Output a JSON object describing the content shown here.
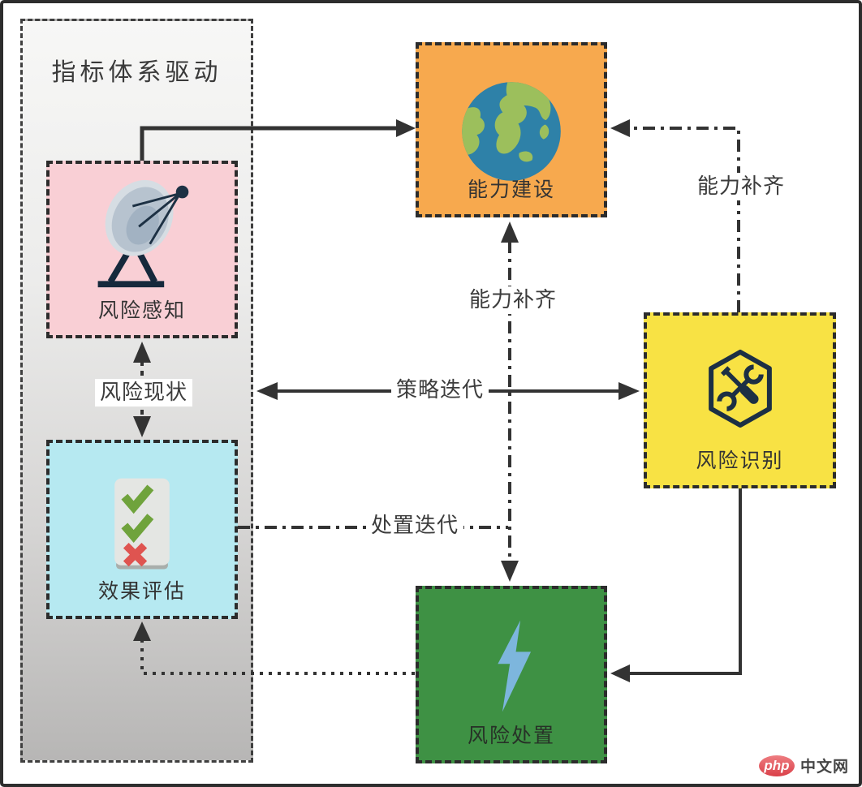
{
  "panel": {
    "title": "指标体系驱动"
  },
  "nodes": {
    "risk_perception": {
      "label": "风险感知",
      "icon": "satellite-dish-icon",
      "color": "#f9cfd5"
    },
    "effect_evaluation": {
      "label": "效果评估",
      "icon": "checklist-icon",
      "color": "#b6e9f1"
    },
    "capability_building": {
      "label": "能力建设",
      "icon": "globe-icon",
      "color": "#f7a94e"
    },
    "risk_identification": {
      "label": "风险识别",
      "icon": "tools-hexagon-icon",
      "color": "#f8e244"
    },
    "risk_disposal": {
      "label": "风险处置",
      "icon": "lightning-icon",
      "color": "#3e9144"
    }
  },
  "edges": {
    "risk_status": "风险现状",
    "strategy_iteration": "策略迭代",
    "disposal_iteration": "处置迭代",
    "capability_completion_center": "能力补齐",
    "capability_completion_right": "能力补齐"
  },
  "watermark": {
    "logo_text": "php",
    "site_text": "中文网"
  }
}
